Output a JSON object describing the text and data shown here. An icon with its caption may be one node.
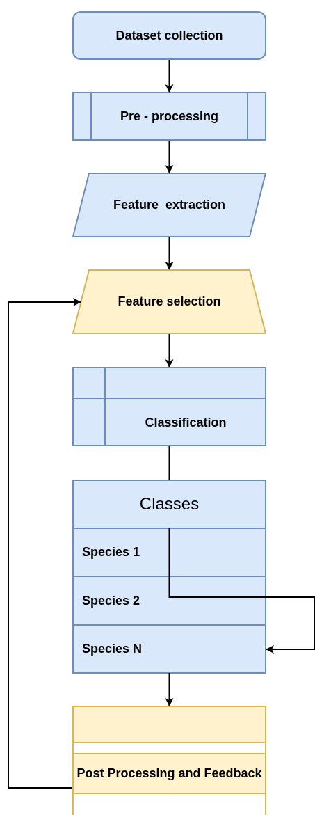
{
  "diagram": {
    "nodes": [
      {
        "text": [
          "Dataset collection"
        ]
      },
      {
        "text": [
          "Pre - processing"
        ]
      },
      {
        "text": [
          "Feature  extraction"
        ]
      },
      {
        "text": [
          "Feature selection"
        ]
      },
      {
        "text": [
          "Classification"
        ]
      },
      {
        "text": [
          "Classes"
        ]
      },
      {
        "text": [
          "Species 1"
        ],
        "in": 5
      },
      {
        "text": [
          "Species 2"
        ],
        "in": 5
      },
      {
        "text": [
          "Species N"
        ],
        "in": 5
      },
      {
        "text": [
          "Post Processing and Feedback"
        ]
      }
    ],
    "edges": [
      {
        "from": 0,
        "to": 1,
        "arrow": "to"
      },
      {
        "from": 1,
        "to": 2,
        "arrow": "to"
      },
      {
        "from": 2,
        "to": 3,
        "arrow": "to"
      },
      {
        "from": 3,
        "to": 4,
        "arrow": "to"
      },
      {
        "from": 4,
        "to": 5,
        "arrow": "none"
      },
      {
        "from": 6,
        "to": 8,
        "arrow": "to"
      },
      {
        "from": 5,
        "to": 9,
        "arrow": "to"
      },
      {
        "from": 9,
        "to": 3,
        "arrow": "to"
      }
    ]
  }
}
